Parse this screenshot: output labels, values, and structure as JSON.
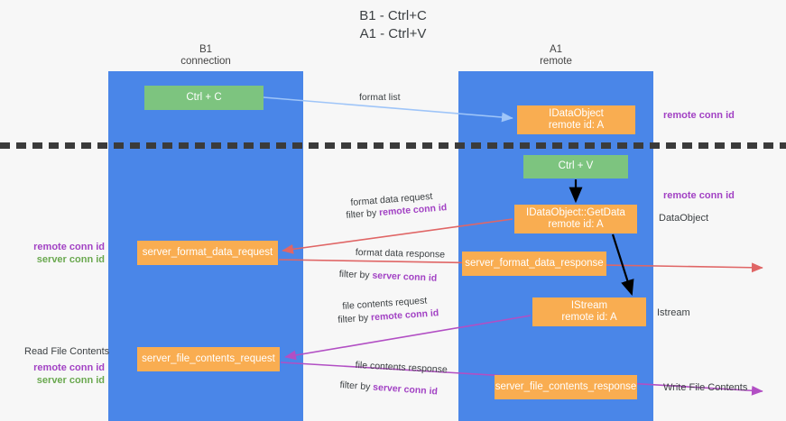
{
  "title": {
    "line1": "B1 - Ctrl+C",
    "line2": "A1 - Ctrl+V"
  },
  "lanes": {
    "left": {
      "name": "B1",
      "role": "connection"
    },
    "right": {
      "name": "A1",
      "role": "remote"
    }
  },
  "colors": {
    "lane_blue": "#4a86e8",
    "node_orange": "#f9ad51",
    "node_green": "#7dc47f",
    "remote_conn_id": "#a242c4",
    "server_conn_id": "#6aa84f",
    "arrow_blue": "#9fc5f8",
    "arrow_red": "#e06666",
    "arrow_purple": "#b24fc4",
    "arrow_black": "#000000",
    "divider": "#3b3b3b"
  },
  "nodes": {
    "ctrl_c": {
      "line1": "Ctrl + C"
    },
    "idataobject": {
      "line1": "IDataObject",
      "line2": "remote id: A"
    },
    "ctrl_v": {
      "line1": "Ctrl + V"
    },
    "getdata": {
      "line1": "IDataObject::GetData",
      "line2": "remote id: A"
    },
    "server_format_data_request": {
      "line1": "server_format_data_request"
    },
    "server_format_data_response": {
      "line1": "server_format_data_response"
    },
    "istream": {
      "line1": "IStream",
      "line2": "remote id: A"
    },
    "server_file_contents_request": {
      "line1": "server_file_contents_request"
    },
    "server_file_contents_response": {
      "line1": "server_file_contents_response"
    }
  },
  "edge_labels": {
    "format_list": "format list",
    "format_data_request": "format data request",
    "format_data_request_filter_prefix": "filter by ",
    "format_data_request_filter_key": "remote conn id",
    "format_data_response": "format data response",
    "format_data_response_filter_prefix": "filter by ",
    "format_data_response_filter_key": "server conn id",
    "file_contents_request": "file contents request",
    "file_contents_request_filter_prefix": "filter by ",
    "file_contents_request_filter_key": "remote conn id",
    "file_contents_response": "file contents response",
    "file_contents_response_filter_prefix": "filter by ",
    "file_contents_response_filter_key": "server conn id"
  },
  "side_labels": {
    "remote_conn_id_top": "remote conn id",
    "remote_conn_id_mid": "remote conn id",
    "dataobject": "DataObject",
    "istream": "Istream",
    "write_file_contents": "Write File Contents",
    "read_file_contents": "Read File Contents",
    "left_mid_remote": "remote conn id",
    "left_mid_server": "server conn id",
    "left_bot_remote": "remote conn id",
    "left_bot_server": "server conn id"
  }
}
